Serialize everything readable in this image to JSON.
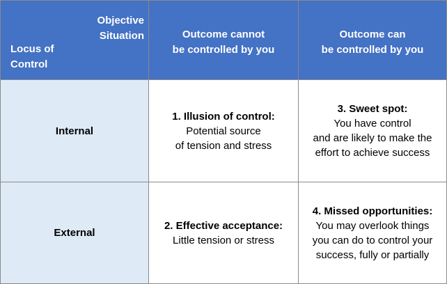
{
  "corner": {
    "objective": [
      "Objective",
      "Situation"
    ],
    "locus": [
      "Locus of",
      "Control"
    ]
  },
  "columns": [
    {
      "lines": [
        "Outcome cannot",
        "be controlled by you"
      ]
    },
    {
      "lines": [
        "Outcome can",
        "be controlled by you"
      ]
    }
  ],
  "rows": [
    {
      "label": "Internal",
      "cells": [
        {
          "title": "1. Illusion of control:",
          "lines": [
            "Potential source",
            "of tension and stress"
          ]
        },
        {
          "title": "3. Sweet spot:",
          "lines": [
            "You have control",
            "and are likely to make the",
            "effort to achieve success"
          ]
        }
      ]
    },
    {
      "label": "External",
      "cells": [
        {
          "title": "2. Effective acceptance:",
          "lines": [
            "Little tension or stress"
          ]
        },
        {
          "title": "4. Missed opportunities:",
          "lines": [
            "You may overlook things",
            "you can do to control your",
            "success, fully or partially"
          ]
        }
      ]
    }
  ]
}
